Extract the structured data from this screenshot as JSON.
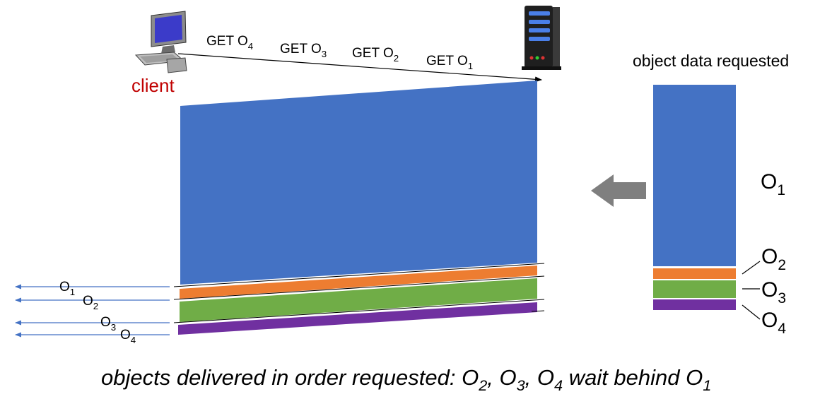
{
  "client": {
    "label": "client"
  },
  "requests": [
    {
      "prefix": "GET O",
      "sub": "4"
    },
    {
      "prefix": "GET O",
      "sub": "3"
    },
    {
      "prefix": "GET O",
      "sub": "2"
    },
    {
      "prefix": "GET O",
      "sub": "1"
    }
  ],
  "queue": {
    "title": "object data requested",
    "objects": [
      {
        "name": "O",
        "sub": "1",
        "color": "#4472c4",
        "share": 0.87
      },
      {
        "name": "O",
        "sub": "2",
        "color": "#ed7d31",
        "share": 0.055
      },
      {
        "name": "O",
        "sub": "3",
        "color": "#70ad47",
        "share": 0.085
      },
      {
        "name": "O",
        "sub": "4",
        "color": "#7030a0",
        "share": 0.05
      }
    ]
  },
  "delivered": [
    {
      "name": "O",
      "sub": "1"
    },
    {
      "name": "O",
      "sub": "2"
    },
    {
      "name": "O",
      "sub": "3"
    },
    {
      "name": "O",
      "sub": "4"
    }
  ],
  "caption": {
    "part1": "objects delivered in order requested: O",
    "s1": "2",
    "part2": ", O",
    "s2": "3",
    "part3": ", O",
    "s3": "4",
    "part4": " wait behind O",
    "s4": "1"
  },
  "colors": {
    "arrow_gray": "#7f7f7f",
    "return_arrow": "#4472c4",
    "client_label": "#c00000"
  }
}
